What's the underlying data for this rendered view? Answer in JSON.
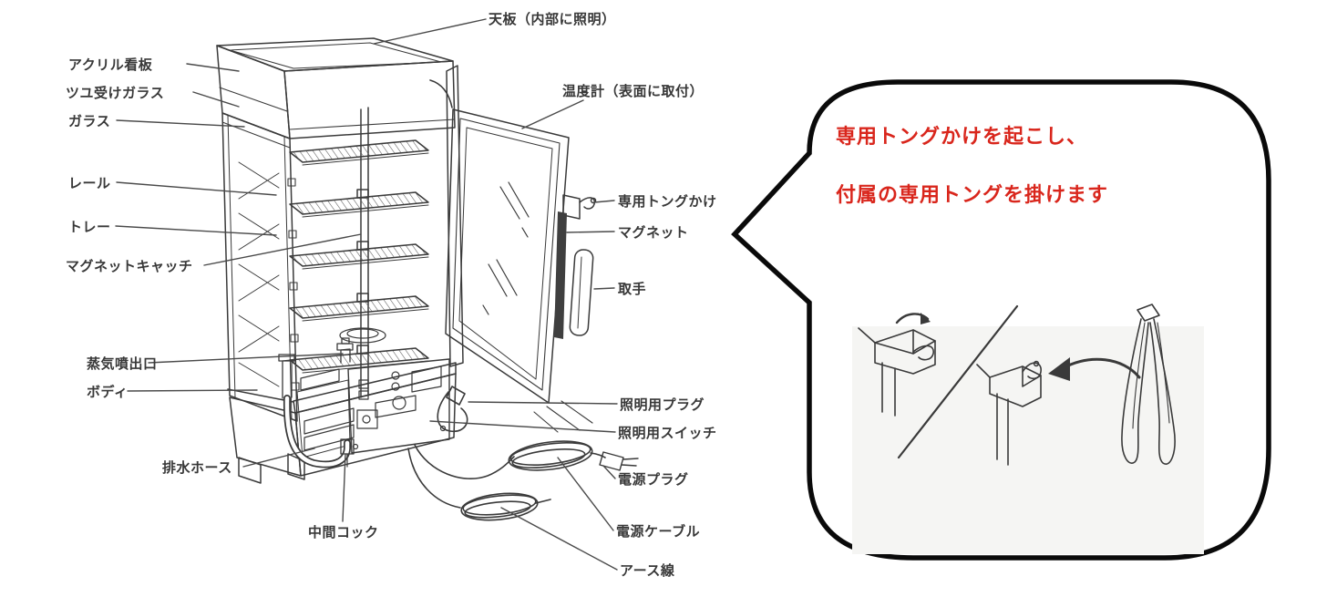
{
  "diagram": {
    "title_hint": "steam showcase parts diagram",
    "labels": {
      "top_panel": "天板（内部に照明）",
      "acrylic_sign": "アクリル看板",
      "drip_glass": "ツユ受けガラス",
      "glass": "ガラス",
      "rail": "レール",
      "tray": "トレー",
      "magnet_catch": "マグネットキャッチ",
      "steam_outlet": "蒸気噴出口",
      "body": "ボディ",
      "drain_hose": "排水ホース",
      "middle_cock": "中間コック",
      "thermometer": "温度計（表面に取付）",
      "tong_hook": "専用トングかけ",
      "magnet": "マグネット",
      "handle": "取手",
      "light_plug": "照明用プラグ",
      "light_switch": "照明用スイッチ",
      "power_plug": "電源プラグ",
      "power_cable": "電源ケーブル",
      "earth_wire": "アース線"
    }
  },
  "callout": {
    "line1": "専用トングかけを起こし、",
    "line2": "付属の専用トングを掛けます",
    "text_color": "#d9261c",
    "bubble_stroke": "#0a0a0a",
    "bubble_fill": "#ffffff"
  },
  "colors": {
    "line_art": "#3a3a3a",
    "background": "#ffffff"
  }
}
